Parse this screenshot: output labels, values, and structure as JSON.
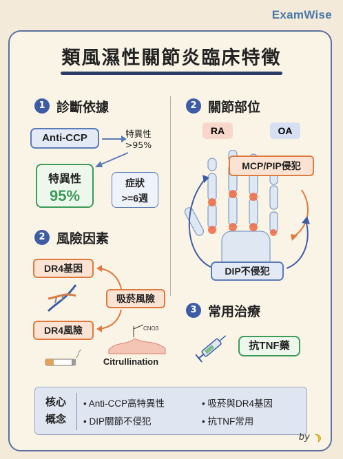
{
  "brand": "ExamWise",
  "title": "類風濕性關節炎臨床特徵",
  "sections": {
    "diagnosis": {
      "num": "1",
      "title": "診斷依據",
      "anticcp": "Anti-CCP",
      "spec_label": "特異性",
      "spec_value": ">95%",
      "green_label": "特異性",
      "green_value": "95%",
      "symptom_label": "症狀",
      "symptom_value": ">=6週"
    },
    "joints": {
      "num": "2",
      "title": "關節部位",
      "ra": "RA",
      "oa": "OA",
      "mcp": "MCP/PIP侵犯",
      "dip": "DIP不侵犯"
    },
    "risk": {
      "num": "2",
      "title": "風險因素",
      "dr4_gene": "DR4基因",
      "smoking": "吸菸風險",
      "dr4_risk": "DR4風險",
      "citrullination": "Citrullination",
      "cno3": "CNO3"
    },
    "treatment": {
      "num": "3",
      "title": "常用治療",
      "drug": "抗TNF藥"
    }
  },
  "core": {
    "label_line1": "核心",
    "label_line2": "概念",
    "items": [
      "• Anti-CCP高特異性",
      "• 吸菸與DR4基因",
      "• DIP關節不侵犯",
      "• 抗TNF常用"
    ]
  },
  "footer": {
    "by": "by"
  },
  "colors": {
    "accent_blue": "#3e5ca6",
    "orange": "#df7a3e",
    "green": "#3c9a5a"
  }
}
